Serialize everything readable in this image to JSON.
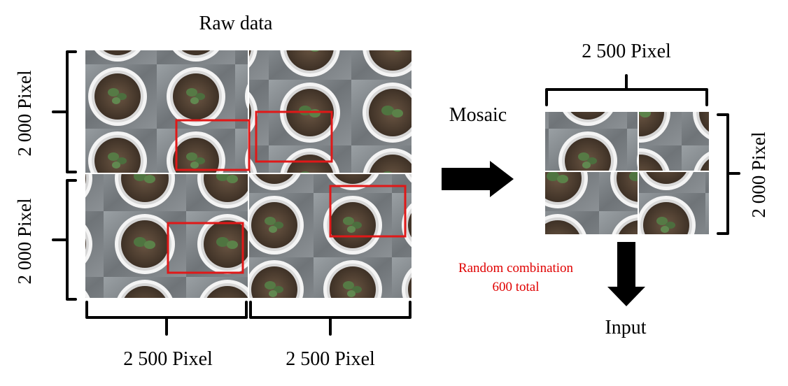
{
  "labels": {
    "raw_data": "Raw data",
    "left_top_height": "2 000 Pixel",
    "left_bottom_height": "2 000 Pixel",
    "bottom_width_left": "2 500 Pixel",
    "bottom_width_right": "2 500 Pixel",
    "mosaic": "Mosaic",
    "right_width": "2 500 Pixel",
    "right_height": "2 000 Pixel",
    "random_line1": "Random combination",
    "random_line2": "600 total",
    "input": "Input"
  },
  "colors": {
    "annotation_red": "#e00000",
    "box_red": "#e01818",
    "arrow": "#000000",
    "soil": "#5a4736",
    "pot": "#f2f2f2",
    "plant": "#4c6e3e",
    "ground": "#8a8f93"
  },
  "icons": {
    "mosaic_arrow": "right-arrow-icon",
    "input_arrow": "down-arrow-icon"
  }
}
